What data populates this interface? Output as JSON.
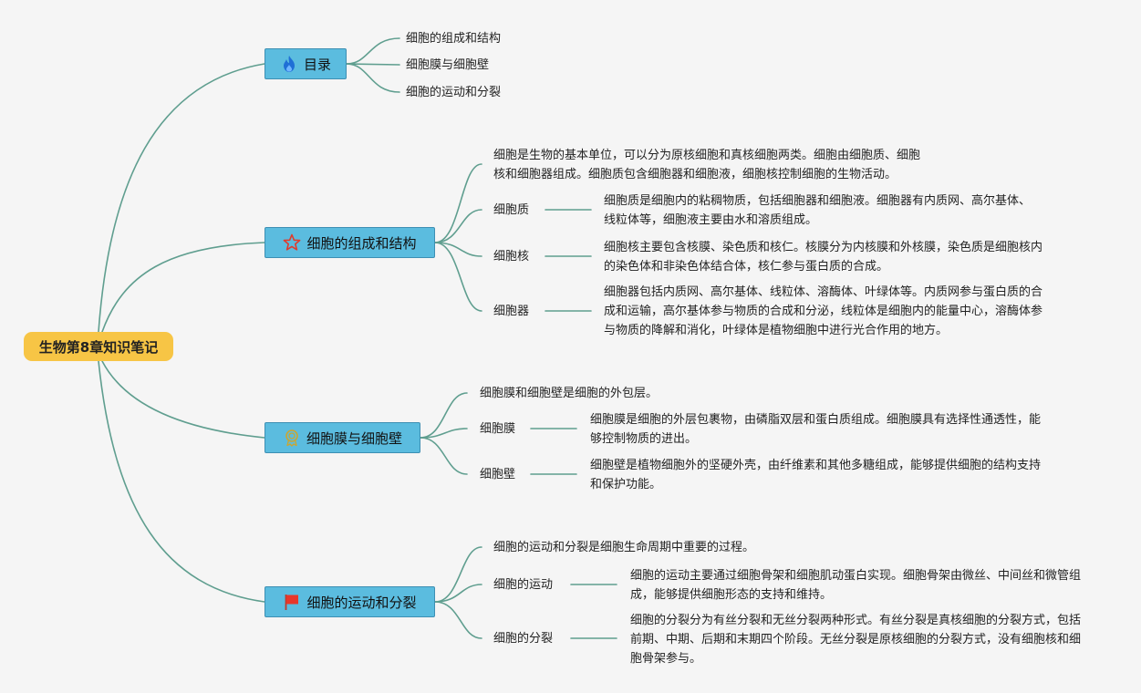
{
  "root": {
    "title": "生物第8章知识笔记"
  },
  "branches": {
    "toc": {
      "title": "目录",
      "icon": "fire-icon",
      "items": [
        "细胞的组成和结构",
        "细胞膜与细胞壁",
        "细胞的运动和分裂"
      ]
    },
    "structure": {
      "title": "细胞的组成和结构",
      "icon": "star-icon",
      "intro": "细胞是生物的基本单位，可以分为原核细胞和真核细胞两类。细胞由细胞质、细胞核和细胞器组成。细胞质包含细胞器和细胞液，细胞核控制细胞的生物活动。",
      "topics": [
        {
          "label": "细胞质",
          "desc": "细胞质是细胞内的粘稠物质，包括细胞器和细胞液。细胞器有内质网、高尔基体、线粒体等，细胞液主要由水和溶质组成。"
        },
        {
          "label": "细胞核",
          "desc": "细胞核主要包含核膜、染色质和核仁。核膜分为内核膜和外核膜，染色质是细胞核内的染色体和非染色体结合体，核仁参与蛋白质的合成。"
        },
        {
          "label": "细胞器",
          "desc": "细胞器包括内质网、高尔基体、线粒体、溶酶体、叶绿体等。内质网参与蛋白质的合成和运输，高尔基体参与物质的合成和分泌，线粒体是细胞内的能量中心，溶酶体参与物质的降解和消化，叶绿体是植物细胞中进行光合作用的地方。"
        }
      ]
    },
    "membrane": {
      "title": "细胞膜与细胞壁",
      "icon": "badge-icon",
      "intro": "细胞膜和细胞壁是细胞的外包层。",
      "topics": [
        {
          "label": "细胞膜",
          "desc": "细胞膜是细胞的外层包裹物，由磷脂双层和蛋白质组成。细胞膜具有选择性通透性，能够控制物质的进出。"
        },
        {
          "label": "细胞壁",
          "desc": "细胞壁是植物细胞外的坚硬外壳，由纤维素和其他多糖组成，能够提供细胞的结构支持和保护功能。"
        }
      ]
    },
    "motion": {
      "title": "细胞的运动和分裂",
      "icon": "flag-icon",
      "intro": "细胞的运动和分裂是细胞生命周期中重要的过程。",
      "topics": [
        {
          "label": "细胞的运动",
          "desc": "细胞的运动主要通过细胞骨架和细胞肌动蛋白实现。细胞骨架由微丝、中间丝和微管组成，能够提供细胞形态的支持和维持。"
        },
        {
          "label": "细胞的分裂",
          "desc": "细胞的分裂分为有丝分裂和无丝分裂两种形式。有丝分裂是真核细胞的分裂方式，包括前期、中期、后期和末期四个阶段。无丝分裂是原核细胞的分裂方式，没有细胞核和细胞骨架参与。"
        }
      ]
    }
  },
  "colors": {
    "root": "#f7c545",
    "branch": "#5bbcdf",
    "branch_border": "#3d8fb3",
    "link": "#5f9e8f",
    "background": "#f5f5f5"
  }
}
